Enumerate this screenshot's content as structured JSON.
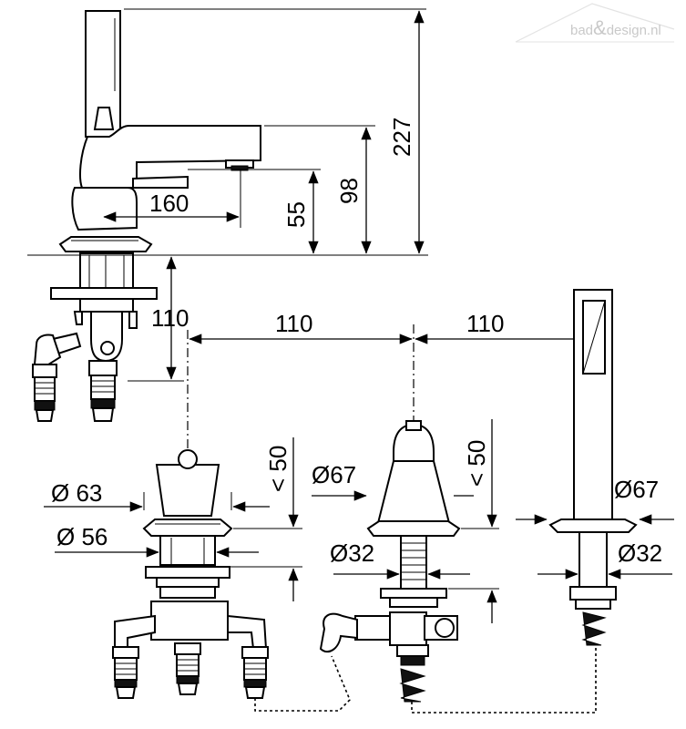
{
  "watermark": {
    "prefix": "bad",
    "ampersand": "&",
    "suffix": "design.nl"
  },
  "dimensions": {
    "height_total": "227",
    "height_spout": "98",
    "height_lever": "55",
    "reach": "160",
    "depth_below": "110",
    "spacing_left": "110",
    "spacing_right": "110",
    "valve_max_height": "< 50",
    "diverter_max_height": "< 50",
    "valve_rosette": "Ø 63",
    "valve_flange": "Ø 56",
    "diverter_rosette": "Ø67",
    "diverter_hole": "Ø32",
    "shower_rosette": "Ø67",
    "shower_hole": "Ø32"
  }
}
